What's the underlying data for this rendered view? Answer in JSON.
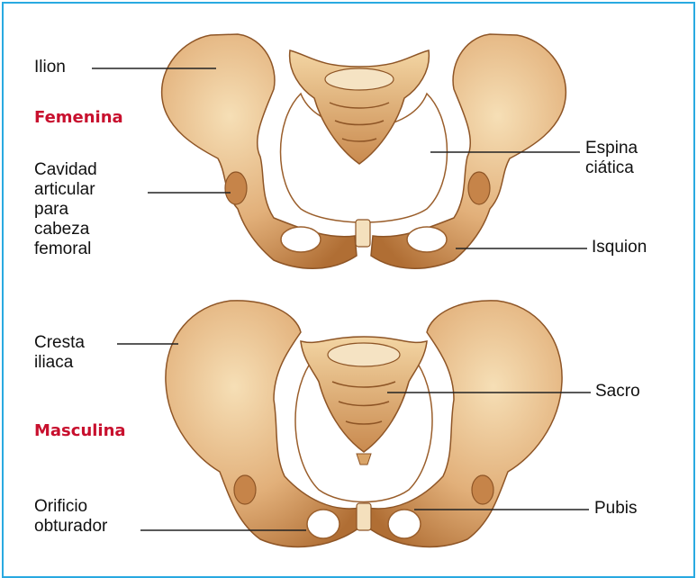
{
  "diagram": {
    "female_title": "Femenina",
    "male_title": "Masculina",
    "labels": {
      "ilion": "Ilion",
      "cavidad": "Cavidad\narticular\npara\ncabeza\nfemoral",
      "espina": "Espina\nciática",
      "isquion": "Isquion",
      "cresta": "Cresta\niliaca",
      "sacro": "Sacro",
      "orificio": "Orificio\nobturador",
      "pubis": "Pubis"
    },
    "colors": {
      "border": "#29a9e1",
      "title": "#c8102e",
      "bone_light": "#f3d6a7",
      "bone_mid": "#dba36b",
      "bone_dark": "#a8652d"
    }
  }
}
